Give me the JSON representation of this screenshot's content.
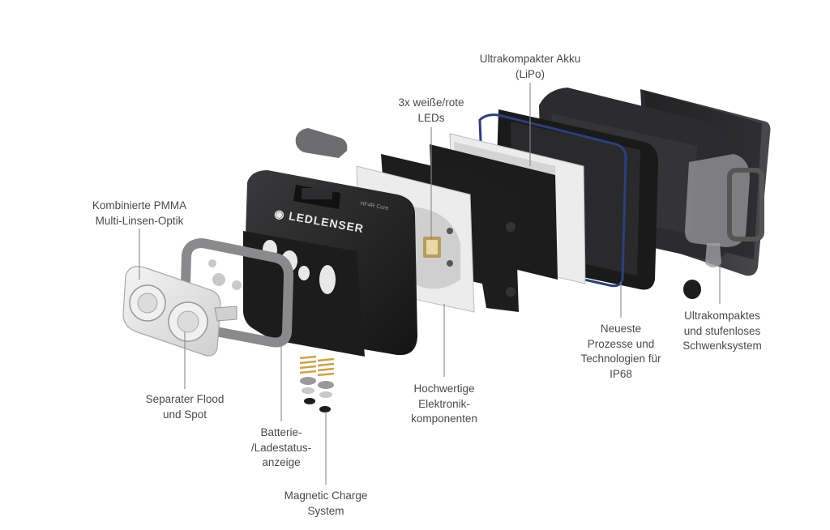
{
  "brand": {
    "logo_text": "LEDLENSER",
    "model_text": "HF4R Core"
  },
  "callouts": {
    "akku": {
      "lines": [
        "Ultrakompakter Akku",
        "(LiPo)"
      ]
    },
    "leds": {
      "lines": [
        "3x weiße/rote",
        "LEDs"
      ]
    },
    "pmma": {
      "lines": [
        "Kombinierte PMMA",
        "Multi-Linsen-Optik"
      ]
    },
    "flood": {
      "lines": [
        "Separater Flood",
        "und Spot"
      ]
    },
    "battery": {
      "lines": [
        "Batterie-",
        "/Ladestatus-",
        "anzeige"
      ]
    },
    "magnetic": {
      "lines": [
        "Magnetic Charge",
        "System"
      ]
    },
    "elektronik": {
      "lines": [
        "Hochwertige",
        "Elektronik-",
        "komponenten"
      ]
    },
    "ip68": {
      "lines": [
        "Neueste",
        "Prozesse und",
        "Technologien für",
        "IP68"
      ]
    },
    "schwenk": {
      "lines": [
        "Ultrakompaktes",
        "und stufenloses",
        "Schwenksystem"
      ]
    }
  },
  "colors": {
    "housing": "#2b2b2d",
    "housing_dark": "#1a1a1b",
    "gasket": "#8a8a8c",
    "pcb": "#e6e6e6",
    "battery": "#dcdcdc",
    "seal_ring": "#2d3f7a",
    "leader_line": "#888888",
    "text": "#4a4a4a"
  }
}
